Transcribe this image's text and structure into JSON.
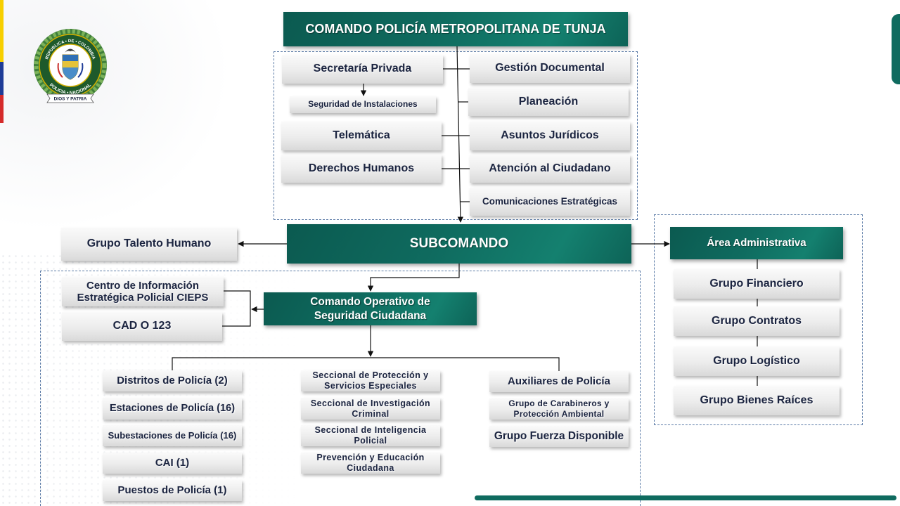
{
  "colors": {
    "teal": "#0f6b5f",
    "box_text": "#1b2440",
    "dashed_border": "#5a7aa6",
    "flag_yellow": "#f7cf00",
    "flag_blue": "#1f3c97",
    "flag_red": "#d52b2b"
  },
  "logo": {
    "top_text": "REPUBLICA • DE • COLOMBIA",
    "bottom_text": "POLICIA • NACIONAL",
    "motto": "DIOS Y PATRIA"
  },
  "header": {
    "title": "COMANDO POLICÍA METROPOLITANA DE TUNJA"
  },
  "staff": {
    "secretaria_privada": "Secretaría Privada",
    "seguridad_instalaciones": "Seguridad de Instalaciones",
    "telematica": "Telemática",
    "derechos_humanos": "Derechos Humanos",
    "gestion_documental": "Gestión Documental",
    "planeacion": "Planeación",
    "asuntos_juridicos": "Asuntos Jurídicos",
    "atencion_ciudadano": "Atención al Ciudadano",
    "comunicaciones": "Comunicaciones Estratégicas"
  },
  "subcomando": {
    "title": "SUBCOMANDO",
    "talento_humano": "Grupo Talento Humano"
  },
  "administrativa": {
    "title": "Área Administrativa",
    "groups": [
      "Grupo Financiero",
      "Grupo Contratos",
      "Grupo Logístico",
      "Grupo Bienes Raíces"
    ]
  },
  "operativo": {
    "title": "Comando Operativo de\nSeguridad Ciudadana",
    "cieps": "Centro de Información\nEstratégica Policial CIEPS",
    "cad": "CAD O 123",
    "territorial": [
      "Distritos de Policía (2)",
      "Estaciones de Policía (16)",
      "Subestaciones de Policía (16)",
      "CAI (1)",
      "Puestos de Policía (1)"
    ],
    "seccionales": [
      "Seccional de Protección y\nServicios Especiales",
      "Seccional de Investigación\nCriminal",
      "Seccional de Inteligencia\nPolicial",
      "Prevención y Educación\nCiudadana"
    ],
    "especiales": [
      "Auxiliares de Policía",
      "Grupo de Carabineros y\nProtección Ambiental",
      "Grupo Fuerza Disponible"
    ]
  }
}
